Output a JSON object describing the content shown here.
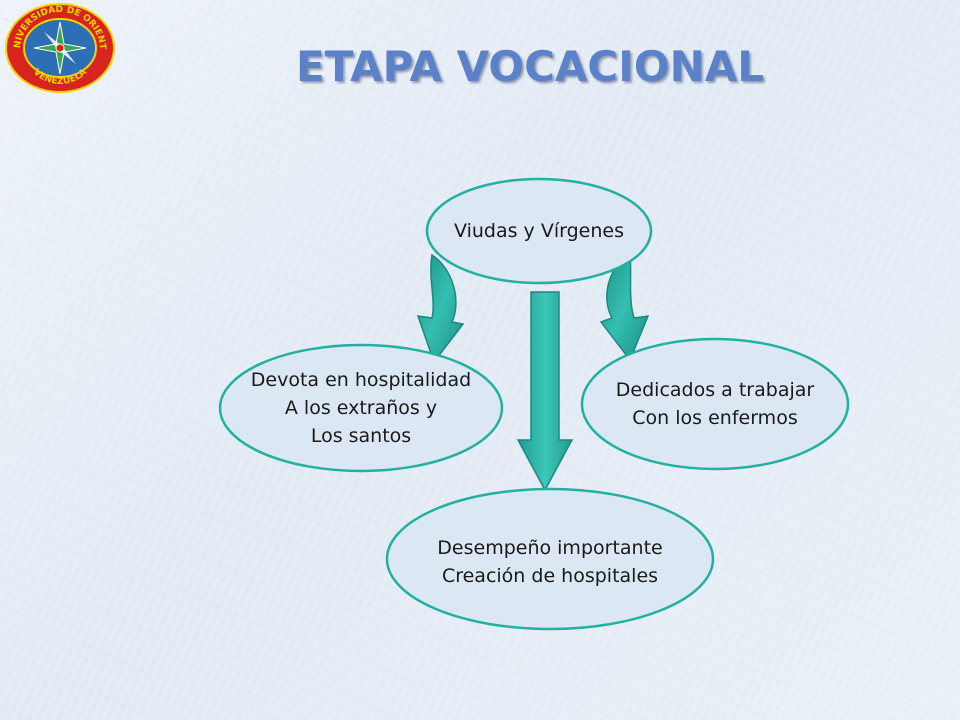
{
  "title": "ETAPA VOCACIONAL",
  "logo": {
    "text_top": "UNIVERSIDAD DE ORIENTE",
    "text_bottom": "VENEZUELA",
    "colors": {
      "ring": "#d7241f",
      "inner": "#2d6fb5",
      "star": "#3aa84a",
      "text": "#f3d200"
    }
  },
  "nodes": {
    "top": {
      "lines": [
        "Viudas y Vírgenes"
      ]
    },
    "left": {
      "lines": [
        "Devota en hospitalidad",
        "A los extraños y",
        "Los santos"
      ]
    },
    "right": {
      "lines": [
        "Dedicados a trabajar",
        "Con los enfermos"
      ]
    },
    "bottom": {
      "lines": [
        "Desempeño importante",
        "Creación de hospitales"
      ]
    }
  },
  "colors": {
    "title": "#5b82c8",
    "node_fill": "#dce7f4",
    "node_stroke": "#22b0a0",
    "arrow_fill": "#28b3a6",
    "arrow_dark": "#1a8a80"
  }
}
